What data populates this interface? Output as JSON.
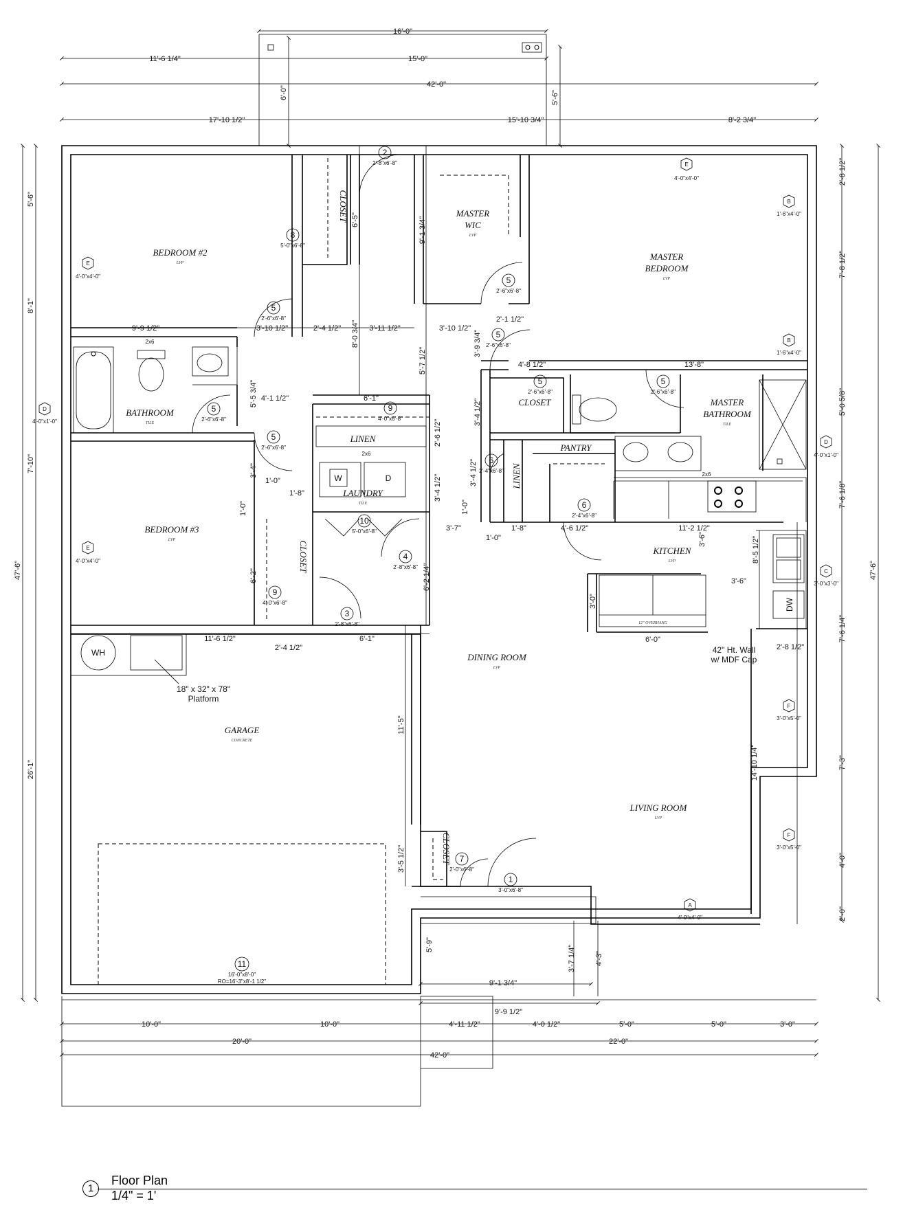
{
  "rooms": {
    "bedroom2": {
      "name": "BEDROOM #2",
      "floor": "LVP"
    },
    "bedroom3": {
      "name": "BEDROOM #3",
      "floor": "LVP"
    },
    "bathroom": {
      "name": "BATHROOM",
      "floor": "TILE"
    },
    "closet1": "CLOSET",
    "closet2": "CLOSET",
    "closet3": "CLOSET",
    "closet4": "CLOSET",
    "linen1": "LINEN",
    "linen2": "LINEN",
    "laundry": {
      "name": "LAUNDRY",
      "floor": "TILE"
    },
    "master_wic": {
      "name1": "MASTER",
      "name2": "WIC",
      "floor": "LVP"
    },
    "master_bedroom": {
      "name1": "MASTER",
      "name2": "BEDROOM",
      "floor": "LVP"
    },
    "master_bathroom": {
      "name1": "MASTER",
      "name2": "BATHROOM",
      "floor": "TILE"
    },
    "pantry": "PANTRY",
    "kitchen": {
      "name": "KITCHEN",
      "floor": "LVP"
    },
    "dining": {
      "name": "DINING ROOM",
      "floor": "LVP"
    },
    "living": {
      "name": "LIVING ROOM",
      "floor": "LVP"
    },
    "garage": {
      "name": "GARAGE",
      "floor": "CONCRETE"
    }
  },
  "fixtures": {
    "wh": "WH",
    "washer": "W",
    "dryer": "D",
    "dw": "DW",
    "platform1": "18\" x 32\" x 78\"",
    "platform2": "Platform",
    "wall_note1": "42\" Ht. Wall",
    "wall_note2": "w/ MDF Cap",
    "overhang": "12\" OVERHANG",
    "twox6a": "2x6",
    "twox6b": "2x6",
    "twox6c": "2x6"
  },
  "windows": {
    "E_top": {
      "tag": "E",
      "size": "4'-0\"x4'-0\""
    },
    "E_bed2": {
      "tag": "E",
      "size": "4'-0\"x4'-0\""
    },
    "E_bed3": {
      "tag": "E",
      "size": "4'-0\"x4'-0\""
    },
    "D_bath": {
      "tag": "D",
      "size": "4'-0\"x1'-0\""
    },
    "D_master": {
      "tag": "D",
      "size": "4'-0\"x1'-0\""
    },
    "B1": {
      "tag": "B",
      "size": "1'-6\"x4'-0\""
    },
    "B2": {
      "tag": "B",
      "size": "1'-6\"x4'-0\""
    },
    "C": {
      "tag": "C",
      "size": "3'-0\"x3'-0\""
    },
    "F1": {
      "tag": "F",
      "size": "3'-0\"x5'-0\""
    },
    "F2": {
      "tag": "F",
      "size": "3'-0\"x5'-0\""
    },
    "A": {
      "tag": "A",
      "size": "4'-0\"x4'-0\""
    }
  },
  "doors": {
    "d1": {
      "num": "1",
      "size": "3'-0\"x6'-8\""
    },
    "d2": {
      "num": "2",
      "size": "2'-8\"x6'-8\""
    },
    "d3": {
      "num": "3",
      "size": "2'-8\"x6'-8\""
    },
    "d4": {
      "num": "4",
      "size": "2'-8\"x6'-8\""
    },
    "d5a": {
      "num": "5",
      "size": "2'-6\"x6'-8\""
    },
    "d5b": {
      "num": "5",
      "size": "2'-6\"x6'-8\""
    },
    "d5c": {
      "num": "5",
      "size": "2'-6\"x6'-8\""
    },
    "d5d": {
      "num": "5",
      "size": "2'-6\"x6'-8\""
    },
    "d5e": {
      "num": "5",
      "size": "2'-6\"x6'-8\""
    },
    "d5f": {
      "num": "5",
      "size": "2'-6\"x6'-8\""
    },
    "d5g": {
      "num": "5",
      "size": "2'-6\"x6'-8\""
    },
    "d6a": {
      "num": "6",
      "size": "2'-4\"x6'-8\""
    },
    "d6b": {
      "num": "6",
      "size": "2'-4\"x6'-8\""
    },
    "d7": {
      "num": "7",
      "size": "2'-0\"x6'-8\""
    },
    "d8": {
      "num": "8",
      "size": "5'-0\"x6'-8\""
    },
    "d9a": {
      "num": "9",
      "size": "4'-0\"x6'-8\""
    },
    "d9b": {
      "num": "9",
      "size": "4'-0\"x6'-8\""
    },
    "d10": {
      "num": "10",
      "size": "5'-0\"x6'-8\""
    },
    "d11": {
      "num": "11",
      "size": "16'-0\"x8'-0\"",
      "ro": "RO=16'-3\"x8'-1 1/2\""
    }
  },
  "dims": {
    "t16": "16'-0\"",
    "t11_6q": "11'-6 1/4\"",
    "t15": "15'-0\"",
    "t42": "42'-0\"",
    "t17_10h": "17'-10 1/2\"",
    "t15_10q": "15'-10 3/4\"",
    "t8_2q": "8'-2 3/4\"",
    "v6_0": "6'-0\"",
    "v5_6": "5'-6\"",
    "l5_6": "5'-6\"",
    "l8_1": "8'-1\"",
    "l7_10": "7'-10\"",
    "l26_1": "26'-1\"",
    "l47_6": "47'-6\"",
    "r2_8h": "2'-8 1/2\"",
    "r7_8h": "7'-8 1/2\"",
    "r5_0": "5'-0 5/8\"",
    "r7_6e": "7'-6 1/8\"",
    "r7_6q": "7'-6 1/4\"",
    "r7_3": "7'-3\"",
    "r4_0": "4'-0\"",
    "r2_0": "2'-0\"",
    "r47_6": "47'-6\"",
    "i9_9h": "9'-9 1/2\"",
    "i3_10ha": "3'-10 1/2\"",
    "i2_4ha": "2'-4 1/2\"",
    "i3_11h": "3'-11 1/2\"",
    "i3_10hb": "3'-10 1/2\"",
    "i2_1h": "2'-1 1/2\"",
    "i4_8h": "4'-8 1/2\"",
    "i13_8": "13'-8\"",
    "i4_1h": "4'-1 1/2\"",
    "i6_1a": "6'-1\"",
    "i1_0a": "1'-0\"",
    "i1_8a": "1'-8\"",
    "i3_7": "3'-7\"",
    "i1_8b": "1'-8\"",
    "i4_6h": "4'-6 1/2\"",
    "i1_0b": "1'-0\"",
    "i11_2h": "11'-2 1/2\"",
    "i3_6h": "3'-6\"",
    "i6_0": "6'-0\"",
    "i2_8h": "2'-8 1/2\"",
    "i11_6h": "11'-6 1/2\"",
    "i2_4hb": "2'-4 1/2\"",
    "i6_1b": "6'-1\"",
    "i9_1q": "9'-1 3/4\"",
    "i9_9hb": "9'-9 1/2\"",
    "v6_5": "6'-5\"",
    "v8_0q": "8'-0 3/4\"",
    "v9_1q": "9'-1 3/4\"",
    "v3_9q": "3'-9 3/4\"",
    "v5_7h": "5'-7 1/2\"",
    "v5_5q": "5'-5 3/4\"",
    "v3_4h": "3'-4 1/2\"",
    "v2_6h": "2'-6 1/2\"",
    "v3_4hb": "3'-4 1/2\"",
    "v3_4": "3'-4\"",
    "v1_0": "1'-0\"",
    "v3_4c": "3'-4 1/2\"",
    "v1_0b": "1'-0\"",
    "v6_2": "6'-2\"",
    "v6_2q": "6'-2 1/4\"",
    "v3_6": "3'-6\"",
    "v8_5h": "8'-5 1/2\"",
    "v3_0": "3'-0\"",
    "v14_10q": "14'-10 1/4\"",
    "v11_5": "11'-5\"",
    "v3_5h": "3'-5 1/2\"",
    "v5_9": "5'-9\"",
    "v3_7q": "3'-7 1/4\"",
    "v4_3": "4'-3\"",
    "b10a": "10'-0\"",
    "b10b": "10'-0\"",
    "b4_11h": "4'-11 1/2\"",
    "b4_0h": "4'-0 1/2\"",
    "b5a": "5'-0\"",
    "b5b": "5'-0\"",
    "b3": "3'-0\"",
    "b20": "20'-0\"",
    "b22": "22'-0\"",
    "b42": "42'-0\""
  },
  "caption": {
    "number": "1",
    "title": "Floor Plan",
    "scale": "1/4\" = 1'"
  }
}
